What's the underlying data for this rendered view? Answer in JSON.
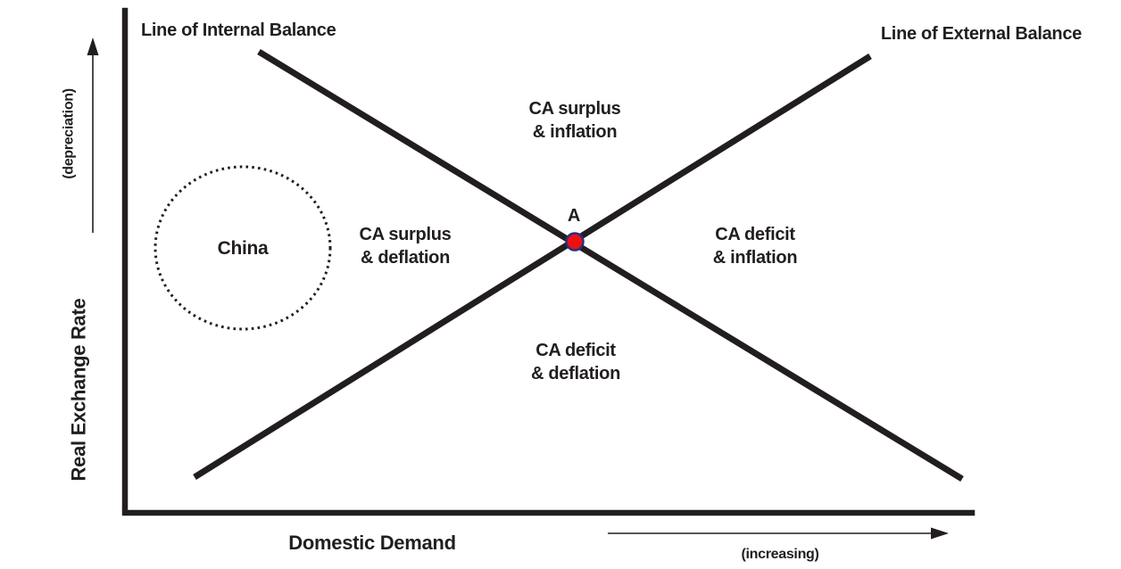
{
  "colors": {
    "ink": "#221e1f",
    "background": "#ffffff",
    "point_fill": "#ec1111",
    "point_ring": "#233086"
  },
  "y_axis": {
    "label": "Real Exchange Rate",
    "note": "(depreciation)"
  },
  "x_axis": {
    "label": "Domestic Demand",
    "note": "(increasing)"
  },
  "lines": {
    "internal": {
      "label": "Line of Internal Balance"
    },
    "external": {
      "label": "Line of External Balance"
    }
  },
  "regions": {
    "top": {
      "line1": "CA surplus",
      "line2": "& inflation"
    },
    "left": {
      "line1": "CA surplus",
      "line2": "& deflation"
    },
    "right": {
      "line1": "CA deficit",
      "line2": "& inflation"
    },
    "bottom": {
      "line1": "CA deficit",
      "line2": "& deflation"
    }
  },
  "equilibrium_point": {
    "label": "A",
    "fill": "#ec1111"
  },
  "annotation": {
    "label": "China"
  }
}
